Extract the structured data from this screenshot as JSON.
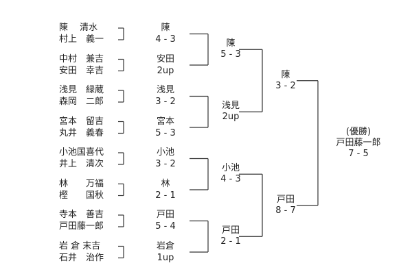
{
  "pairs": [
    {
      "a": "陳　 清水",
      "b": "村上　義一",
      "winner": "陳",
      "score": "4-3"
    },
    {
      "a": "中村　兼吉",
      "b": "安田　幸吉",
      "winner": "安田",
      "score": "2up"
    },
    {
      "a": "浅見　緑蔵",
      "b": "森岡　二郎",
      "winner": "浅見",
      "score": "3-2"
    },
    {
      "a": "宮本　留吉",
      "b": "丸井　義春",
      "winner": "宮本",
      "score": "5-3"
    },
    {
      "a": "小池国喜代",
      "b": "井上　清次",
      "winner": "小池",
      "score": "3-2"
    },
    {
      "a": "林　　万福",
      "b": "樫　　国秋",
      "winner": "林",
      "score": "2-1"
    },
    {
      "a": "寺本　善吉",
      "b": "戸田藤一郎",
      "winner": "戸田",
      "score": "5-4"
    },
    {
      "a": "岩 倉 末吉",
      "b": "石井　治作",
      "winner": "岩倉",
      "score": "1up"
    }
  ],
  "round2": [
    {
      "winner": "陳",
      "score": "5-3"
    },
    {
      "winner": "浅見",
      "score": "2up"
    },
    {
      "winner": "小池",
      "score": "4-3"
    },
    {
      "winner": "戸田",
      "score": "2-1"
    }
  ],
  "round3": [
    {
      "winner": "陳",
      "score": "3-2"
    },
    {
      "winner": "戸田",
      "score": "8-7"
    }
  ],
  "final": {
    "label": "(優勝)",
    "winner": "戸田藤一郎",
    "score": "7-5"
  }
}
